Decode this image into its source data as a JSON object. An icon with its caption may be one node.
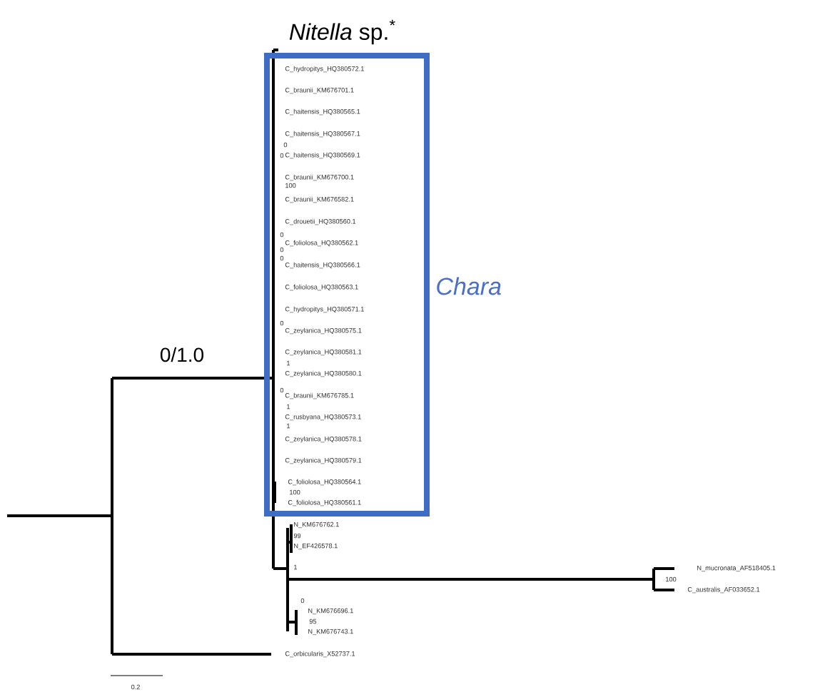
{
  "diagram": {
    "nodes": [
      {
        "text": [
          "Chara"
        ]
      },
      {
        "text": [
          "C_hydropitys_HQ380572.1"
        ],
        "in": 0
      },
      {
        "text": [
          "C_braunii_KM676701.1"
        ],
        "in": 0
      },
      {
        "text": [
          "C_haitensis_HQ380565.1"
        ],
        "in": 0
      },
      {
        "text": [
          "C_haitensis_HQ380567.1"
        ],
        "in": 0
      },
      {
        "text": [
          "C_haitensis_HQ380569.1"
        ],
        "in": 0
      },
      {
        "text": [
          "C_braunii_KM676700.1"
        ],
        "in": 0
      },
      {
        "text": [
          "C_braunii_KM676582.1"
        ],
        "in": 0
      },
      {
        "text": [
          "C_drouetii_HQ380560.1"
        ],
        "in": 0
      },
      {
        "text": [
          "C_foliolosa_HQ380562.1"
        ],
        "in": 0
      },
      {
        "text": [
          "C_haitensis_HQ380566.1"
        ],
        "in": 0
      },
      {
        "text": [
          "C_foliolosa_HQ380563.1"
        ],
        "in": 0
      },
      {
        "text": [
          "C_hydropitys_HQ380571.1"
        ],
        "in": 0
      },
      {
        "text": [
          "C_zeylanica_HQ380575.1"
        ],
        "in": 0
      },
      {
        "text": [
          "C_zeylanica_HQ380581.1"
        ],
        "in": 0
      },
      {
        "text": [
          "C_zeylanica_HQ380580.1"
        ],
        "in": 0
      },
      {
        "text": [
          "C_braunii_KM676785.1"
        ],
        "in": 0
      },
      {
        "text": [
          "C_rusbyana_HQ380573.1"
        ],
        "in": 0
      },
      {
        "text": [
          "C_zeylanica_HQ380578.1"
        ],
        "in": 0
      },
      {
        "text": [
          "C_zeylanica_HQ380579.1"
        ],
        "in": 0
      },
      {
        "text": [
          "C_foliolosa_HQ380564.1"
        ],
        "in": 0
      },
      {
        "text": [
          "C_foliolosa_HQ380561.1"
        ],
        "in": 0
      },
      {
        "text": [
          "N_KM676762.1"
        ]
      },
      {
        "text": [
          "N_EF426578.1"
        ]
      },
      {
        "text": [
          "N_mucronata_AF518405.1"
        ]
      },
      {
        "text": [
          "C_australis_AF033652.1"
        ]
      },
      {
        "text": [
          "N_KM676696.1"
        ]
      },
      {
        "text": [
          "N_KM676743.1"
        ]
      },
      {
        "text": [
          "C_orbicularis_X52737.1"
        ]
      }
    ],
    "labels": [
      "*Nitella* sp.$^{*}$",
      "0",
      "0",
      "100",
      "0",
      "0",
      "0",
      "0",
      "0/1.0",
      "1",
      "0",
      "1",
      "1",
      "100",
      "99",
      "1",
      "100",
      "0",
      "95",
      "0.2"
    ]
  }
}
